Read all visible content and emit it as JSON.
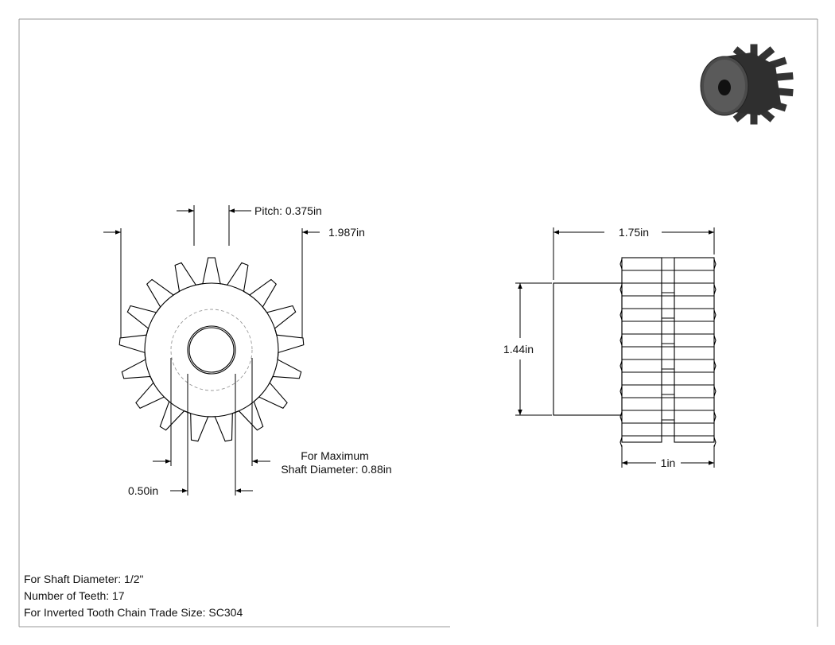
{
  "dimensions": {
    "pitch": "Pitch: 0.375in",
    "outer_diameter": "1.987in",
    "bore": "0.50in",
    "max_shaft_line1": "For Maximum",
    "max_shaft_line2": "Shaft Diameter: 0.88in",
    "overall_length": "1.75in",
    "hub_diameter": "1.44in",
    "face_width": "1in"
  },
  "notes": {
    "shaft_diameter": "For Shaft Diameter: 1/2\"",
    "teeth": "Number of Teeth: 17",
    "chain_size": "For Inverted Tooth Chain Trade Size: SC304"
  },
  "gear": {
    "teeth": 17
  },
  "colors": {
    "line": "#000000",
    "hidden": "#9a9a9a",
    "render_dark": "#3a3a3a"
  }
}
